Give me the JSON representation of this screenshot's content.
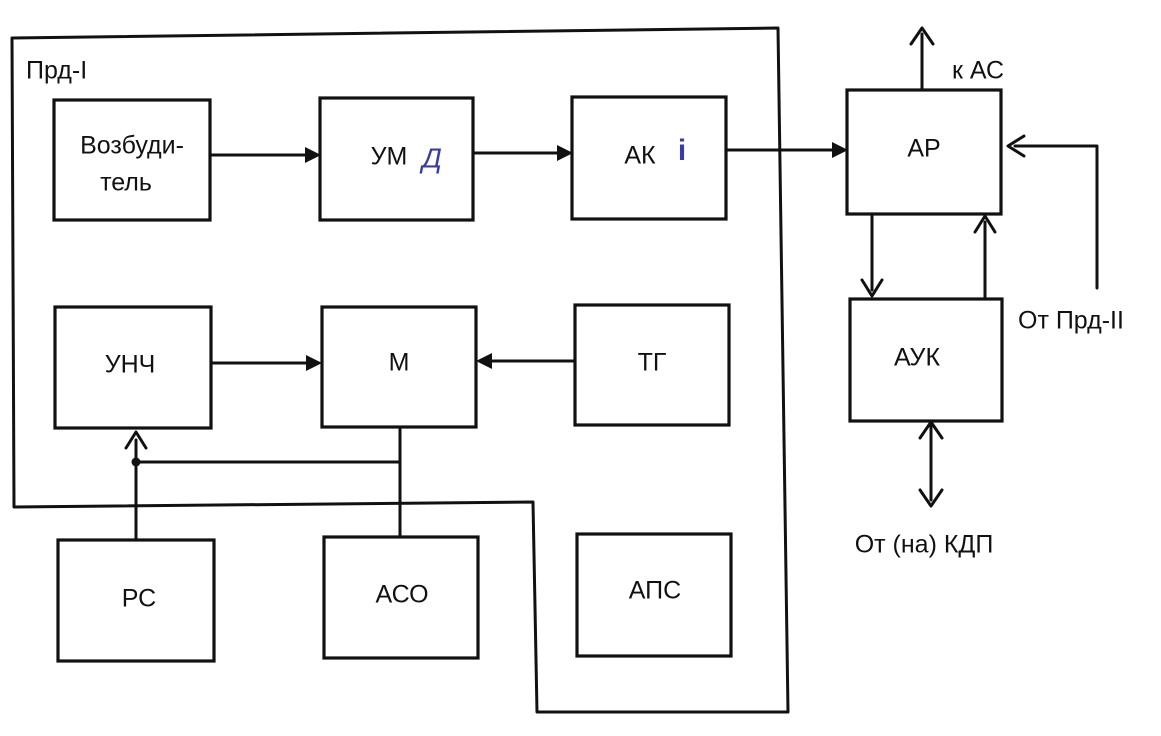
{
  "frame": {
    "label": "Прд-I"
  },
  "blocks": {
    "exciter": {
      "line1": "Возбуди-",
      "line2": "тель"
    },
    "power_amp": {
      "label": "УМ",
      "mark": "Д"
    },
    "antenna_switch": {
      "label": "АК",
      "mark": "i"
    },
    "antenna_relay": {
      "label": "АР"
    },
    "low_freq_amp": {
      "label": "УНЧ"
    },
    "modulator": {
      "label": "М"
    },
    "tone_gen": {
      "label": "ТГ"
    },
    "antenna_control": {
      "label": "АУК"
    },
    "radio_station": {
      "label": "РС"
    },
    "aso": {
      "label": "АСО"
    },
    "aps": {
      "label": "АПС"
    }
  },
  "connections": {
    "to_antenna": "к АС",
    "from_transmitter_2": "От Прд-II",
    "to_from_kdp": "От (на) КДП"
  }
}
